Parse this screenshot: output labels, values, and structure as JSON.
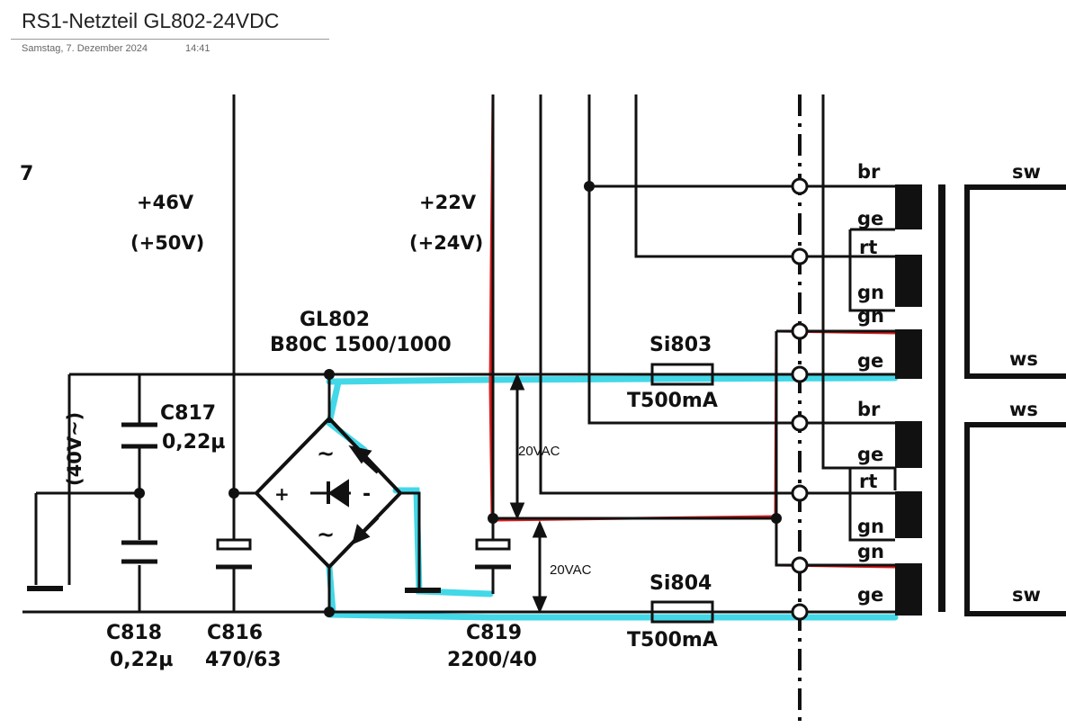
{
  "header": {
    "title": "RS1-Netzteil GL802-24VDC",
    "date": "Samstag, 7. Dezember 2024",
    "time": "14:41"
  },
  "schematic": {
    "rails": {
      "v46": "+46V",
      "v46_alt": "(+50V)",
      "v22": "+22V",
      "v22_alt": "(+24V)",
      "ac_in": "(40V~)"
    },
    "rectifier": {
      "name": "GL802",
      "type": "B80C 1500/1000",
      "plus": "+",
      "minus": "-",
      "ac1": "~",
      "ac2": "~"
    },
    "capacitors": {
      "c817_name": "C817",
      "c817_val": "0,22µ",
      "c818_name": "C818",
      "c818_val": "0,22µ",
      "c816_name": "C816",
      "c816_val": "470/63",
      "c819_name": "C819",
      "c819_val": "2200/40"
    },
    "fuses": {
      "si803_name": "Si803",
      "si803_val": "T500mA",
      "si804_name": "Si804",
      "si804_val": "T500mA"
    },
    "transformer_taps": [
      "br",
      "ge",
      "rt",
      "gn",
      "gn",
      "ge",
      "br",
      "ge",
      "rt",
      "gn",
      "gn",
      "ge"
    ],
    "transformer_right": [
      "sw",
      "ws",
      "ws",
      "sw"
    ],
    "annotations": {
      "upper": "20VAC",
      "lower": "20VAC"
    },
    "colors": {
      "ink": "#111111",
      "highlight_cyan": "#2fd4e6",
      "highlight_red": "#e01b1b"
    },
    "corner_fragment": "7"
  }
}
